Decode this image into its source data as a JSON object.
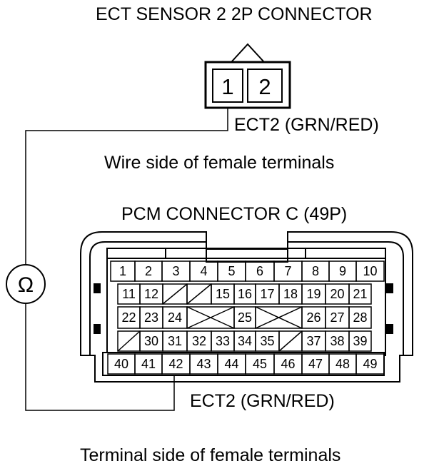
{
  "sensor_connector": {
    "title": "ECT SENSOR 2 2P CONNECTOR",
    "pins": [
      "1",
      "2"
    ],
    "wire_label": "ECT2 (GRN/RED)",
    "caption": "Wire side of female terminals"
  },
  "pcm_connector": {
    "title": "PCM CONNECTOR C (49P)",
    "row1": [
      "1",
      "2",
      "3",
      "4",
      "5",
      "6",
      "7",
      "8",
      "9",
      "10"
    ],
    "row2": [
      "11",
      "12",
      "",
      "",
      "15",
      "16",
      "17",
      "18",
      "19",
      "20",
      "21"
    ],
    "row3": [
      "22",
      "23",
      "24",
      "",
      "25",
      "",
      "26",
      "27",
      "28"
    ],
    "row4": [
      "",
      "30",
      "31",
      "32",
      "33",
      "34",
      "35",
      "",
      "37",
      "38",
      "39"
    ],
    "row5": [
      "40",
      "41",
      "42",
      "43",
      "44",
      "45",
      "46",
      "47",
      "48",
      "49"
    ],
    "wire_label": "ECT2 (GRN/RED)",
    "caption": "Terminal side of female terminals"
  },
  "meter": {
    "symbol": "Ω",
    "icon": "ohmmeter-icon"
  }
}
